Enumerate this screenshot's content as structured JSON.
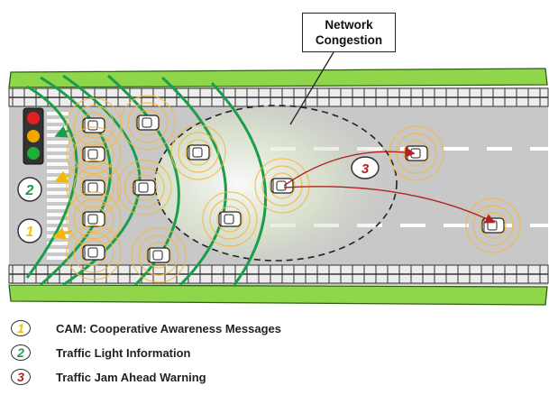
{
  "callout": {
    "label": "Network\nCongestion"
  },
  "markers": [
    {
      "num": "1",
      "color": "#f2c200"
    },
    {
      "num": "2",
      "color": "#1a9e4b"
    },
    {
      "num": "3",
      "color": "#b22222"
    }
  ],
  "legend": [
    {
      "num": "1",
      "label": "CAM: Cooperative Awareness Messages",
      "color": "#f2c200"
    },
    {
      "num": "2",
      "label": "Traffic Light Information",
      "color": "#1a9e4b"
    },
    {
      "num": "3",
      "label": "Traffic Jam Ahead Warning",
      "color": "#b22222"
    }
  ],
  "colors": {
    "road": "#c8c8c8",
    "grass": "#8fd64a",
    "cam": "#f5b942",
    "traffic_light_info": "#1a9e4b",
    "jam_warning": "#b22222"
  }
}
